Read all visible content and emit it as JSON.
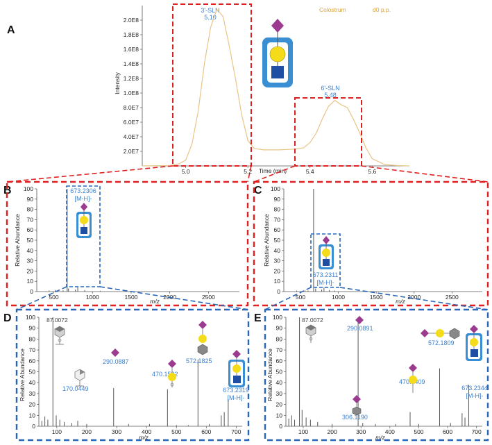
{
  "panel_letters": [
    "A",
    "B",
    "C",
    "D",
    "E"
  ],
  "chart_data": [
    {
      "id": "A",
      "type": "line",
      "xlabel": "Time (min)",
      "ylabel": "Intensity",
      "legend": [
        "Colostrum",
        "d0 p.p."
      ],
      "xlim": [
        4.86,
        5.72
      ],
      "ylim": [
        0,
        220000000.0
      ],
      "x_ticks": [
        5.0,
        5.2,
        5.4,
        5.6
      ],
      "x_tick_labels": [
        "5.0",
        "5.2",
        "5.4",
        "5.6"
      ],
      "y_ticks": [
        20000000.0,
        40000000.0,
        60000000.0,
        80000000.0,
        100000000.0,
        120000000.0,
        140000000.0,
        160000000.0,
        180000000.0,
        200000000.0
      ],
      "y_tick_labels": [
        "2.0E7",
        "4.0E7",
        "6.0E7",
        "8.0E7",
        "1.0E8",
        "1.2E8",
        "1.4E8",
        "1.6E8",
        "1.8E8",
        "2.0E8"
      ],
      "x": [
        4.86,
        4.95,
        4.98,
        5.0,
        5.02,
        5.04,
        5.06,
        5.08,
        5.1,
        5.12,
        5.14,
        5.16,
        5.18,
        5.2,
        5.22,
        5.25,
        5.3,
        5.35,
        5.38,
        5.4,
        5.42,
        5.44,
        5.46,
        5.48,
        5.5,
        5.52,
        5.54,
        5.56,
        5.58,
        5.6,
        5.64,
        5.68,
        5.72
      ],
      "series": [
        {
          "values": [
            0,
            500000.0,
            3000000.0,
            8000000.0,
            30000000.0,
            75000000.0,
            140000000.0,
            190000000.0,
            215000000.0,
            205000000.0,
            165000000.0,
            120000000.0,
            70000000.0,
            35000000.0,
            24000000.0,
            22000000.0,
            22000000.0,
            23000000.0,
            25000000.0,
            32000000.0,
            45000000.0,
            65000000.0,
            82000000.0,
            90000000.0,
            84000000.0,
            80000000.0,
            64000000.0,
            45000000.0,
            25000000.0,
            10000000.0,
            2000000.0,
            500000.0,
            0
          ]
        }
      ],
      "annotations": [
        {
          "x": 5.1,
          "y": 215000000.0,
          "name": "3'-SLN",
          "rt": "5.10"
        },
        {
          "x": 5.48,
          "y": 90000000.0,
          "name": "6'-SLN",
          "rt": "5.48"
        }
      ],
      "colors": {
        "trace": "#e8c486",
        "label": "#3a7fd0",
        "legend": "#d9a13a"
      }
    },
    {
      "id": "B",
      "type": "bar",
      "xlabel": "m/z",
      "ylabel": "Relative Abundance",
      "xlim": [
        280,
        2900
      ],
      "ylim": [
        0,
        100
      ],
      "x_ticks": [
        500,
        1000,
        1500,
        2000,
        2500
      ],
      "y_ticks": [
        0,
        10,
        20,
        30,
        40,
        50,
        60,
        70,
        80,
        90,
        100
      ],
      "peaks": {
        "mz": [
          440,
          520,
          620,
          673.2306,
          690,
          780,
          810,
          900,
          1100
        ],
        "intensity": [
          1,
          1.5,
          1.2,
          100,
          3,
          2,
          5,
          1.5,
          0.8
        ]
      },
      "annotations": [
        {
          "mz": "673.2306",
          "label": "[M-H]-"
        }
      ]
    },
    {
      "id": "C",
      "type": "bar",
      "xlabel": "m/z",
      "ylabel": "Relative Abundance",
      "xlim": [
        280,
        2900
      ],
      "ylim": [
        0,
        100
      ],
      "x_ticks": [
        500,
        1000,
        1500,
        2000,
        2500
      ],
      "y_ticks": [
        0,
        10,
        20,
        30,
        40,
        50,
        60,
        70,
        80,
        90,
        100
      ],
      "peaks": {
        "mz": [
          450,
          560,
          600,
          673.2311,
          700,
          780,
          810,
          880,
          950
        ],
        "intensity": [
          1,
          1.2,
          1,
          100,
          3,
          2,
          4,
          1.5,
          1
        ]
      },
      "annotations": [
        {
          "mz": "673.2311",
          "label": "[M-H]-"
        }
      ]
    },
    {
      "id": "D",
      "type": "bar",
      "xlabel": "m/z",
      "ylabel": "Relative Abundance",
      "xlim": [
        40,
        720
      ],
      "ylim": [
        0,
        100
      ],
      "x_ticks": [
        100,
        200,
        300,
        400,
        500,
        600,
        700
      ],
      "y_ticks": [
        0,
        10,
        20,
        30,
        40,
        50,
        60,
        70,
        80,
        90,
        100
      ],
      "peaks": {
        "mz": [
          50,
          60,
          70,
          87.0072,
          98,
          110,
          125,
          150,
          170.0449,
          200,
          290.0887,
          340,
          410,
          470.1522,
          500,
          540,
          572.1825,
          610,
          650,
          660,
          673.2319
        ],
        "intensity": [
          5,
          9,
          6,
          100,
          10,
          6,
          4,
          3,
          5,
          2,
          35,
          2,
          2,
          34,
          1,
          1,
          61,
          2,
          10,
          13,
          25
        ]
      },
      "annotations": [
        {
          "mz": "87.0072"
        },
        {
          "mz": "170.0449"
        },
        {
          "mz": "290.0887"
        },
        {
          "mz": "470.1522"
        },
        {
          "mz": "572.1825"
        },
        {
          "mz": "673.2319",
          "label": "[M-H]-"
        }
      ]
    },
    {
      "id": "E",
      "type": "bar",
      "xlabel": "m/z",
      "ylabel": "Relative Abundance",
      "xlim": [
        40,
        720
      ],
      "ylim": [
        0,
        100
      ],
      "x_ticks": [
        100,
        200,
        300,
        400,
        500,
        600,
        700
      ],
      "y_ticks": [
        0,
        10,
        20,
        30,
        40,
        50,
        60,
        70,
        80,
        90,
        100
      ],
      "peaks": {
        "mz": [
          50,
          60,
          70,
          87.0072,
          96,
          110,
          125,
          150,
          200,
          290.0891,
          306.119,
          350,
          420,
          470.1409,
          500,
          572.1809,
          610,
          650,
          660,
          673.2344
        ],
        "intensity": [
          7,
          10,
          6,
          100,
          15,
          8,
          6,
          4,
          2,
          96,
          3,
          2,
          2,
          13,
          2,
          53,
          3,
          12,
          8,
          38
        ]
      },
      "annotations": [
        {
          "mz": "87.0072"
        },
        {
          "mz": "290.0891"
        },
        {
          "mz": "306.1190"
        },
        {
          "mz": "470.1409"
        },
        {
          "mz": "572.1809"
        },
        {
          "mz": "673.2344",
          "label": "[M-H]-"
        }
      ]
    }
  ],
  "colors": {
    "red_dash": "#e02020",
    "blue_dash": "#2a66b8",
    "sialic": "#9b3a8f",
    "galactose": "#f5dc1a",
    "glcnac": "#1f4ea3",
    "frame": "#3a8fd4",
    "axis": "#555555",
    "peak": "#555555"
  }
}
